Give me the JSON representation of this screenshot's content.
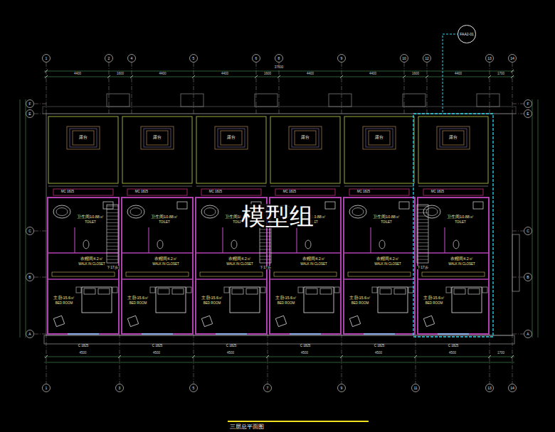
{
  "diagram": {
    "title": "三层总平面图",
    "nodes": [
      {
        "text": [
          "FAA2-01"
        ]
      }
    ],
    "labels": [
      "1",
      "2",
      "4",
      "5",
      "6",
      "8",
      "9",
      "10",
      "12",
      "13",
      "14",
      "1",
      "3",
      "5",
      "7",
      "9",
      "11",
      "13",
      "14",
      "F",
      "E",
      "C",
      "B",
      "A",
      "F",
      "E",
      "C",
      "B",
      "A",
      "37600",
      "4400",
      "1600",
      "4400",
      "4400",
      "1600",
      "4400",
      "4400",
      "1600",
      "4400",
      "1700",
      "4500",
      "4500",
      "4500",
      "4500",
      "4500",
      "4500",
      "1700",
      "露台",
      "MC 1825",
      "卫生间10.88㎡",
      "TOILET",
      "衣帽间4.2㎡",
      "WALK IN CLOSET",
      "主 卧15.6㎡",
      "BED ROOM",
      "C 1825",
      "露台",
      "MC 1825",
      "卫生间10.88㎡",
      "TOILET",
      "衣帽间4.2㎡",
      "WALK IN CLOSET",
      "主 卧15.6㎡",
      "BED ROOM",
      "C 1825",
      "露台",
      "MC 1825",
      "卫生间10.88㎡",
      "TOILET",
      "衣帽间4.2㎡",
      "WALK IN CLOSET",
      "主 卧15.6㎡",
      "BED ROOM",
      "C 1825",
      "露台",
      "MC 1825",
      "卫生间10.88㎡",
      "TOILET",
      "衣帽间4.2㎡",
      "WALK IN CLOSET",
      "主 卧15.6㎡",
      "BED ROOM",
      "C 1825",
      "露台",
      "MC 1825",
      "卫生间10.88㎡",
      "TOILET",
      "衣帽间4.2㎡",
      "WALK IN CLOSET",
      "主 卧15.6㎡",
      "BED ROOM",
      "C 1825",
      "露台",
      "MC 1825",
      "卫生间10.88㎡",
      "TOILET",
      "衣帽间4.2㎡",
      "WALK IN CLOSET",
      "主 卧15.6㎡",
      "BED ROOM",
      "C 1825",
      "下17步",
      "下17步",
      "下17步",
      "模型组"
    ]
  }
}
